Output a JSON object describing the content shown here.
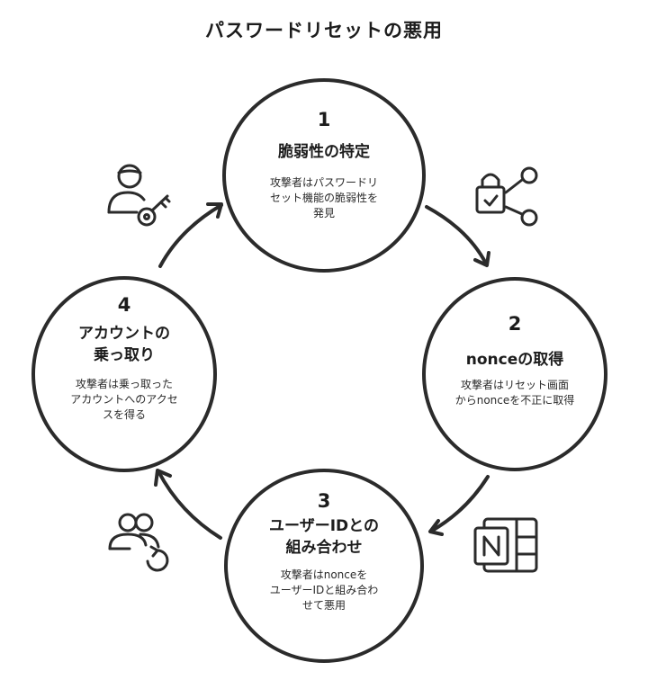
{
  "title": "パスワードリセットの悪用",
  "colors": {
    "stroke": "#2b2b2b",
    "background": "#ffffff"
  },
  "steps": [
    {
      "number": "1",
      "title": "脆弱性の特定",
      "description": "攻撃者はパスワードリ\nセット機能の脆弱性を\n発見",
      "icon": "hacker-with-key-icon"
    },
    {
      "number": "2",
      "title": "nonceの取得",
      "description": "攻撃者はリセット画面\nからnonceを不正に取得",
      "icon": "lock-network-icon"
    },
    {
      "number": "3",
      "title": "ユーザーIDとの\n組み合わせ",
      "description": "攻撃者はnonceを\nユーザーIDと組み合わ\nせて悪用",
      "icon": "onenote-icon"
    },
    {
      "number": "4",
      "title": "アカウントの\n乗っ取り",
      "description": "攻撃者は乗っ取った\nアカウントへのアクセ\nスを得る",
      "icon": "users-refresh-icon"
    }
  ]
}
